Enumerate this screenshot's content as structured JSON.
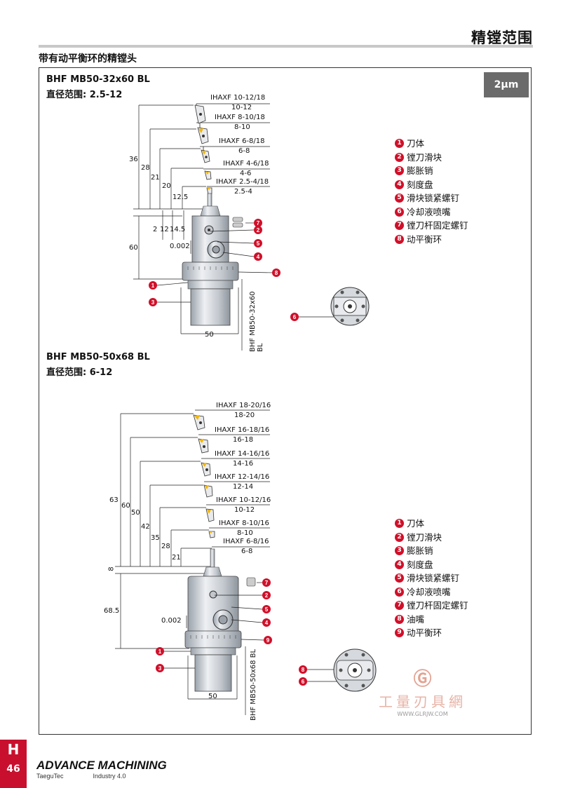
{
  "header": {
    "title": "精镗范围"
  },
  "section_title": "带有动平衡环的精镗头",
  "badge": "2μm",
  "tool1": {
    "model": "BHF MB50-32x60 BL",
    "range": "直径范围: 2.5-12",
    "vertical_label": "BHF MB50-32x60 BL",
    "inserts": [
      {
        "code": "IHAXF  10-12/18",
        "range": "10-12"
      },
      {
        "code": "IHAXF  8-10/18",
        "range": "8-10"
      },
      {
        "code": "IHAXF  6-8/18",
        "range": "6-8"
      },
      {
        "code": "IHAXF 4-6/18",
        "range": "4-6"
      },
      {
        "code": "IHAXF 2.5-4/18",
        "range": "2.5-4"
      }
    ],
    "dims": [
      "36",
      "28",
      "21",
      "20",
      "12.5",
      "2",
      "12",
      "14.5",
      "60",
      "0.002",
      "50"
    ],
    "legend": [
      {
        "n": "1",
        "t": "刀体"
      },
      {
        "n": "2",
        "t": "镗刀滑块"
      },
      {
        "n": "3",
        "t": "膨胀销"
      },
      {
        "n": "4",
        "t": "刻度盘"
      },
      {
        "n": "5",
        "t": "滑块锁紧螺钉"
      },
      {
        "n": "6",
        "t": "冷却液喷嘴"
      },
      {
        "n": "7",
        "t": "镗刀杆固定螺钉"
      },
      {
        "n": "8",
        "t": "动平衡环"
      }
    ]
  },
  "tool2": {
    "model": "BHF MB50-50x68 BL",
    "range": "直径范围: 6-12",
    "vertical_label": "BHF MB50-50x68 BL",
    "inserts": [
      {
        "code": "IHAXF 18-20/16",
        "range": "18-20"
      },
      {
        "code": "IHAXF 16-18/16",
        "range": "16-18"
      },
      {
        "code": "IHAXF 14-16/16",
        "range": "14-16"
      },
      {
        "code": "IHAXF 12-14/16",
        "range": "12-14"
      },
      {
        "code": "IHAXF 10-12/16",
        "range": "10-12"
      },
      {
        "code": "IHAXF 8-10/16",
        "range": "8-10"
      },
      {
        "code": "IHAXF 6-8/16",
        "range": "6-8"
      }
    ],
    "dims": [
      "63",
      "60",
      "50",
      "42",
      "35",
      "28",
      "21",
      "8",
      "68.5",
      "0.002",
      "50"
    ],
    "legend": [
      {
        "n": "1",
        "t": "刀体"
      },
      {
        "n": "2",
        "t": "镗刀滑块"
      },
      {
        "n": "3",
        "t": "膨胀销"
      },
      {
        "n": "4",
        "t": "刻度盘"
      },
      {
        "n": "5",
        "t": "滑块锁紧螺钉"
      },
      {
        "n": "6",
        "t": "冷却液喷嘴"
      },
      {
        "n": "7",
        "t": "镗刀杆固定螺钉"
      },
      {
        "n": "8",
        "t": "油嘴"
      },
      {
        "n": "9",
        "t": "动平衡环"
      }
    ]
  },
  "page_tab": {
    "letter": "H",
    "number": "46"
  },
  "footer_logo": {
    "name": "ADVANCE MACHINING",
    "left": "TaeguTec",
    "right": "Industry 4.0"
  },
  "watermark": {
    "name": "工量刃具網",
    "url": "WWW.GLRJW.COM"
  },
  "colors": {
    "accent": "#c8102e",
    "callout": "#d0102a",
    "insert": "#f2b600",
    "body": "#d9dde2"
  }
}
